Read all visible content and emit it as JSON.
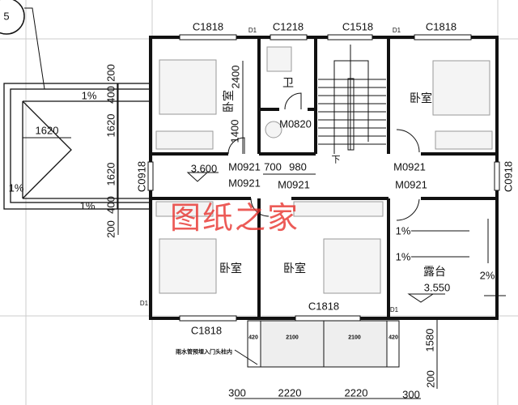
{
  "axis_bubble": "5",
  "windows": {
    "top_left": "C1818",
    "top_bath": "C1218",
    "top_stair": "C1518",
    "top_right": "C1818",
    "left_side": "C0918",
    "right_side": "C0918",
    "bottom_left": "C1818",
    "bottom_mid": "C1818"
  },
  "markers": {
    "d1_a": "D1",
    "d1_b": "D1",
    "d1_c": "D1",
    "d1_d": "D1"
  },
  "rooms": {
    "bedroom_tl": "卧室",
    "bedroom_tr": "卧室",
    "bedroom_bl": "卧室",
    "bedroom_bm": "卧室",
    "bathroom": "卫",
    "terrace": "露台",
    "stair_down": "下"
  },
  "doors": {
    "bath": "M0820",
    "tl": "M0921",
    "corr_l": "M0921",
    "corr_m": "M0921",
    "tr": "M0921",
    "br": "M0921"
  },
  "elevations": {
    "corridor": "3.600",
    "terrace": "3.550"
  },
  "slopes": {
    "canopy_top": "1%",
    "canopy_left": "1%",
    "canopy_bottom": "1%",
    "terrace_1": "1%",
    "terrace_2": "1%",
    "terrace_side": "2%"
  },
  "dimensions": {
    "v_200_top": "200",
    "v_400_top": "400",
    "v_1620_a": "1620",
    "v_1620_b": "1620",
    "v_400_bot": "400",
    "v_200_bot": "200",
    "h_1620": "1620",
    "v_2400": "2400",
    "v_1400": "1400",
    "h_700": "700",
    "h_980": "980",
    "porch_420_l": "420",
    "porch_2100_a": "2100",
    "porch_2100_b": "2100",
    "porch_420_r": "420",
    "v_1580": "1580",
    "v_200_r": "200",
    "b_300_l": "300",
    "b_2220_a": "2220",
    "b_2220_b": "2220",
    "b_300_r": "300"
  },
  "notes": {
    "downpipe": "雨水管预埋入门头柱内"
  },
  "watermark": "图纸之家",
  "colors": {
    "line": "#111111",
    "grid": "#bbbbbb",
    "watermark": "#e8332e",
    "furniture": "#888888"
  }
}
